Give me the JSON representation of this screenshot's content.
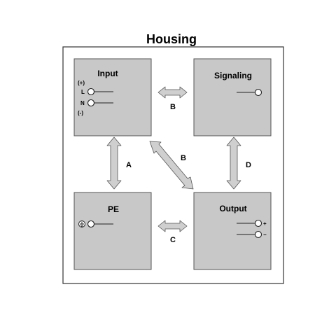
{
  "title": "Housing",
  "boxes": {
    "input": {
      "label": "Input",
      "plus_label": "(+)",
      "l_label": "L",
      "n_label": "N",
      "minus_label": "(-)"
    },
    "signaling": {
      "label": "Signaling"
    },
    "pe": {
      "label": "PE",
      "ground_symbol": "⏚"
    },
    "output": {
      "label": "Output",
      "plus_sign": "+",
      "minus_sign": "−"
    }
  },
  "arrows": {
    "input_signaling": "B",
    "input_pe": "A",
    "input_output": "B",
    "signaling_output": "D",
    "pe_output": "C"
  },
  "colors": {
    "box_fill": "#c8c8c8",
    "arrow_fill": "#cfcfcf",
    "outline": "#555555"
  }
}
